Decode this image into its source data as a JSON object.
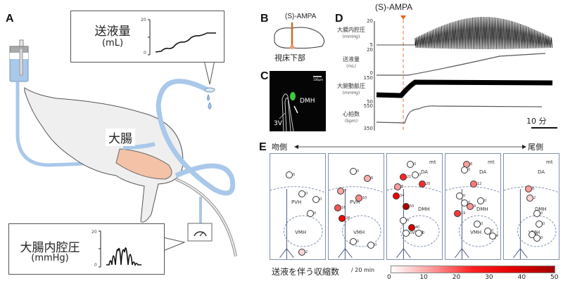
{
  "panels": {
    "A": {
      "label": "A",
      "flow_callout": {
        "title": "送液量",
        "unit": "(mL)",
        "y_ticks": [
          "20",
          "0"
        ]
      },
      "pressure_callout": {
        "title": "大腸内腔圧",
        "unit": "(mmHg)",
        "y_ticks": [
          "20",
          "0"
        ]
      },
      "colon_label": "大腸"
    },
    "B": {
      "label": "B",
      "drug": "(S)-AMPA",
      "region": "視床下部"
    },
    "C": {
      "label": "C",
      "scale": "100μm",
      "region_label": "DMH",
      "ventricle_label": "3V"
    },
    "D": {
      "label": "D",
      "drug": "(S)-AMPA",
      "scale_bar": "10 分",
      "traces": [
        {
          "name": "大腸内腔圧",
          "unit": "(mmHg)",
          "ticks": [
            "20",
            "5"
          ]
        },
        {
          "name": "送液量",
          "unit": "(mL)",
          "ticks": [
            "20",
            "0"
          ]
        },
        {
          "name": "大腿動脈圧",
          "unit": "(mmHg)",
          "ticks": [
            "150",
            "50"
          ]
        },
        {
          "name": "心拍数",
          "unit": "(bpm)",
          "ticks": [
            "550",
            "350"
          ]
        }
      ]
    },
    "E": {
      "label": "E",
      "rostral": "吻側",
      "caudal": "尾側",
      "legend_label": "送液を伴う収縮数",
      "legend_unit": "/ 20 min",
      "colorbar_ticks": [
        "0",
        "10",
        "20",
        "30",
        "40",
        "50"
      ],
      "sections": [
        {
          "regions": [
            "PVH",
            "VMH"
          ],
          "values": [
            0,
            0,
            0,
            0,
            2
          ]
        },
        {
          "regions": [
            "PVH",
            "VMH"
          ],
          "values": [
            7,
            0,
            6,
            10,
            16,
            28,
            0,
            0
          ]
        },
        {
          "regions": [
            "DA",
            "DMH",
            "VMH",
            "mt"
          ],
          "values": [
            0,
            21,
            0,
            8,
            20,
            34,
            50,
            0,
            40,
            0,
            0
          ]
        },
        {
          "regions": [
            "DA",
            "DMH",
            "VMH",
            "mt"
          ],
          "values": [
            8,
            0,
            12,
            0,
            0,
            9,
            0,
            19,
            0,
            0,
            0
          ]
        },
        {
          "regions": [
            "DA",
            "DMH",
            "VMH",
            "mt"
          ],
          "values": [
            8,
            2,
            0,
            0,
            0,
            0
          ]
        }
      ]
    }
  }
}
